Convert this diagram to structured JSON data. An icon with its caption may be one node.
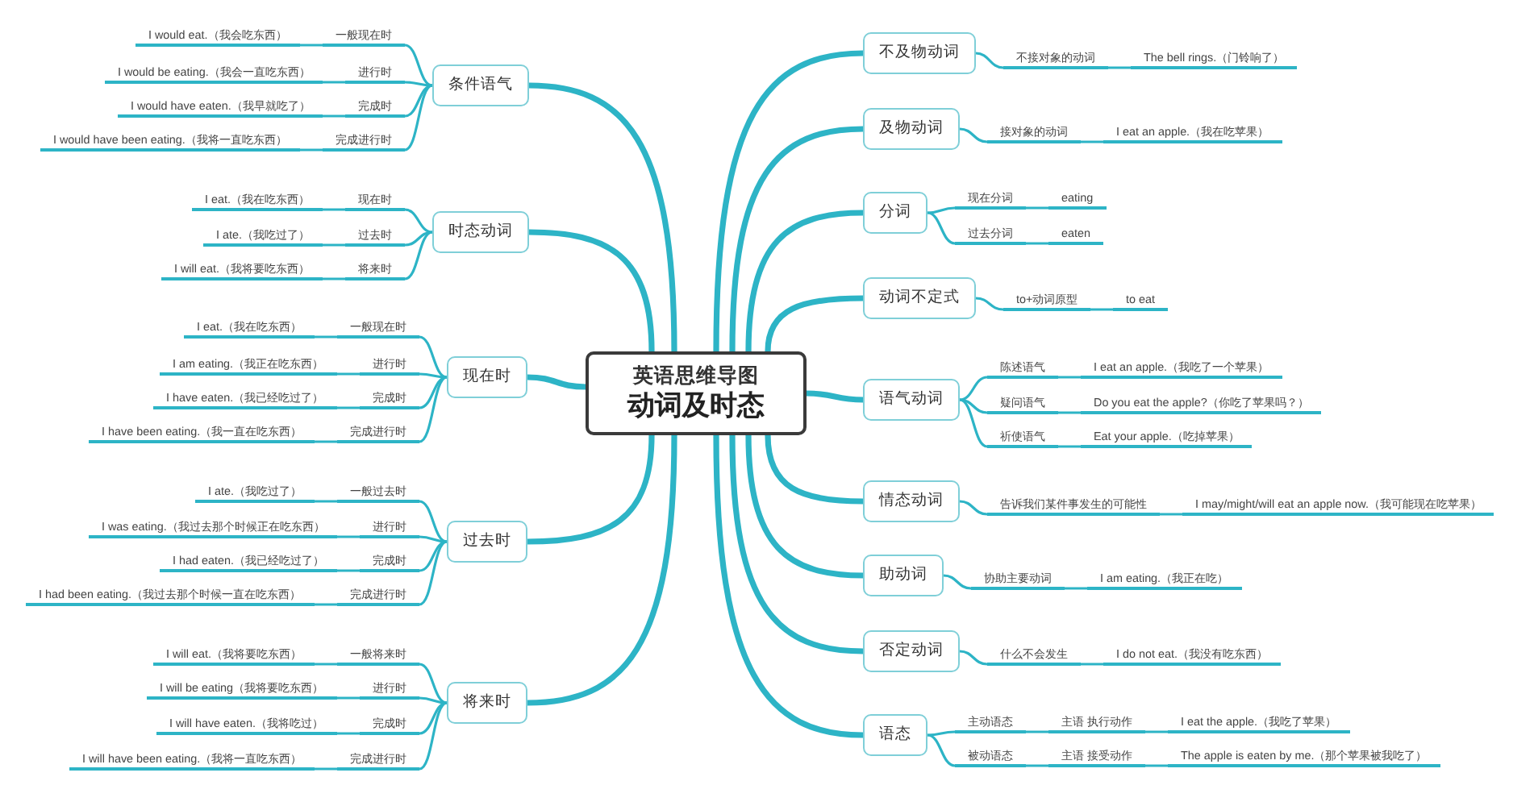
{
  "diagram": {
    "nodes": [
      {
        "text": [
          "英语思维导图",
          "动词及时态"
        ]
      },
      {
        "text": [
          "条件语气"
        ]
      },
      {
        "text": [
          "一般现在时"
        ]
      },
      {
        "text": [
          "I would eat.（我会吃东西）"
        ]
      },
      {
        "text": [
          "进行时"
        ]
      },
      {
        "text": [
          "I would be eating.（我会一直吃东西）"
        ]
      },
      {
        "text": [
          "完成时"
        ]
      },
      {
        "text": [
          "I would have eaten.（我早就吃了）"
        ]
      },
      {
        "text": [
          "完成进行时"
        ]
      },
      {
        "text": [
          "I would have been eating.（我将一直吃东西）"
        ]
      },
      {
        "text": [
          "时态动词"
        ]
      },
      {
        "text": [
          "现在时"
        ]
      },
      {
        "text": [
          "I eat.（我在吃东西）"
        ]
      },
      {
        "text": [
          "过去时"
        ]
      },
      {
        "text": [
          "I ate.（我吃过了）"
        ]
      },
      {
        "text": [
          "将来时"
        ]
      },
      {
        "text": [
          "I will eat.（我将要吃东西）"
        ]
      },
      {
        "text": [
          "现在时"
        ]
      },
      {
        "text": [
          "一般现在时"
        ]
      },
      {
        "text": [
          "I eat.（我在吃东西）"
        ]
      },
      {
        "text": [
          "进行时"
        ]
      },
      {
        "text": [
          "I am eating.（我正在吃东西）"
        ]
      },
      {
        "text": [
          "完成时"
        ]
      },
      {
        "text": [
          "I have eaten.（我已经吃过了）"
        ]
      },
      {
        "text": [
          "完成进行时"
        ]
      },
      {
        "text": [
          "I have been eating.（我一直在吃东西）"
        ]
      },
      {
        "text": [
          "过去时"
        ]
      },
      {
        "text": [
          "一般过去时"
        ]
      },
      {
        "text": [
          "I ate.（我吃过了）"
        ]
      },
      {
        "text": [
          "进行时"
        ]
      },
      {
        "text": [
          "I was eating.（我过去那个时候正在吃东西）"
        ]
      },
      {
        "text": [
          "完成时"
        ]
      },
      {
        "text": [
          "I had eaten.（我已经吃过了）"
        ]
      },
      {
        "text": [
          "完成进行时"
        ]
      },
      {
        "text": [
          "I had been eating.（我过去那个时候一直在吃东西）"
        ]
      },
      {
        "text": [
          "将来时"
        ]
      },
      {
        "text": [
          "一般将来时"
        ]
      },
      {
        "text": [
          "I will eat.（我将要吃东西）"
        ]
      },
      {
        "text": [
          "进行时"
        ]
      },
      {
        "text": [
          "I will be eating（我将要吃东西）"
        ]
      },
      {
        "text": [
          "完成时"
        ]
      },
      {
        "text": [
          "I will have eaten.（我将吃过）"
        ]
      },
      {
        "text": [
          "完成进行时"
        ]
      },
      {
        "text": [
          "I will have been eating.（我将一直吃东西）"
        ]
      },
      {
        "text": [
          "不及物动词"
        ]
      },
      {
        "text": [
          "不接对象的动词"
        ]
      },
      {
        "text": [
          "The bell rings.（门铃响了）"
        ]
      },
      {
        "text": [
          "及物动词"
        ]
      },
      {
        "text": [
          "接对象的动词"
        ]
      },
      {
        "text": [
          "I eat an apple.（我在吃苹果）"
        ]
      },
      {
        "text": [
          "分词"
        ]
      },
      {
        "text": [
          "现在分词"
        ]
      },
      {
        "text": [
          "eating"
        ]
      },
      {
        "text": [
          "过去分词"
        ]
      },
      {
        "text": [
          "eaten"
        ]
      },
      {
        "text": [
          "动词不定式"
        ]
      },
      {
        "text": [
          "to+动词原型"
        ]
      },
      {
        "text": [
          "to eat"
        ]
      },
      {
        "text": [
          "语气动词"
        ]
      },
      {
        "text": [
          "陈述语气"
        ]
      },
      {
        "text": [
          "I eat an apple.（我吃了一个苹果）"
        ]
      },
      {
        "text": [
          "疑问语气"
        ]
      },
      {
        "text": [
          "Do you eat the apple?（你吃了苹果吗？）"
        ]
      },
      {
        "text": [
          "祈使语气"
        ]
      },
      {
        "text": [
          "Eat your apple.（吃掉苹果）"
        ]
      },
      {
        "text": [
          "情态动词"
        ]
      },
      {
        "text": [
          "告诉我们某件事发生的可能性"
        ]
      },
      {
        "text": [
          "I may/might/will eat an apple now.（我可能现在吃苹果）"
        ]
      },
      {
        "text": [
          "助动词"
        ]
      },
      {
        "text": [
          "协助主要动词"
        ]
      },
      {
        "text": [
          "I am eating.（我正在吃）"
        ]
      },
      {
        "text": [
          "否定动词"
        ]
      },
      {
        "text": [
          "什么不会发生"
        ]
      },
      {
        "text": [
          "I do not eat.（我没有吃东西）"
        ]
      },
      {
        "text": [
          "语态"
        ]
      },
      {
        "text": [
          "主动语态"
        ]
      },
      {
        "text": [
          "主语 执行动作"
        ]
      },
      {
        "text": [
          "I eat the apple.（我吃了苹果）"
        ]
      },
      {
        "text": [
          "被动语态"
        ]
      },
      {
        "text": [
          "主语 接受动作"
        ]
      },
      {
        "text": [
          "The apple is eaten by me.（那个苹果被我吃了）"
        ]
      }
    ],
    "edges": [
      {
        "from": 0,
        "to": 1,
        "arrow": "none",
        "style": "thick"
      },
      {
        "from": 0,
        "to": 10,
        "arrow": "none",
        "style": "thick"
      },
      {
        "from": 0,
        "to": 17,
        "arrow": "none",
        "style": "thick"
      },
      {
        "from": 0,
        "to": 26,
        "arrow": "none",
        "style": "thick"
      },
      {
        "from": 0,
        "to": 35,
        "arrow": "none",
        "style": "thick"
      },
      {
        "from": 0,
        "to": 44,
        "arrow": "none",
        "style": "thick"
      },
      {
        "from": 0,
        "to": 47,
        "arrow": "none",
        "style": "thick"
      },
      {
        "from": 0,
        "to": 50,
        "arrow": "none",
        "style": "thick"
      },
      {
        "from": 0,
        "to": 55,
        "arrow": "none",
        "style": "thick"
      },
      {
        "from": 0,
        "to": 58,
        "arrow": "none",
        "style": "thick"
      },
      {
        "from": 0,
        "to": 65,
        "arrow": "none",
        "style": "thick"
      },
      {
        "from": 0,
        "to": 68,
        "arrow": "none",
        "style": "thick"
      },
      {
        "from": 0,
        "to": 71,
        "arrow": "none",
        "style": "thick"
      },
      {
        "from": 0,
        "to": 74,
        "arrow": "none",
        "style": "thick"
      },
      {
        "from": 1,
        "to": 2,
        "arrow": "none"
      },
      {
        "from": 2,
        "to": 3,
        "arrow": "none"
      },
      {
        "from": 1,
        "to": 4,
        "arrow": "none"
      },
      {
        "from": 4,
        "to": 5,
        "arrow": "none"
      },
      {
        "from": 1,
        "to": 6,
        "arrow": "none"
      },
      {
        "from": 6,
        "to": 7,
        "arrow": "none"
      },
      {
        "from": 1,
        "to": 8,
        "arrow": "none"
      },
      {
        "from": 8,
        "to": 9,
        "arrow": "none"
      },
      {
        "from": 10,
        "to": 11,
        "arrow": "none"
      },
      {
        "from": 11,
        "to": 12,
        "arrow": "none"
      },
      {
        "from": 10,
        "to": 13,
        "arrow": "none"
      },
      {
        "from": 13,
        "to": 14,
        "arrow": "none"
      },
      {
        "from": 10,
        "to": 15,
        "arrow": "none"
      },
      {
        "from": 15,
        "to": 16,
        "arrow": "none"
      },
      {
        "from": 17,
        "to": 18,
        "arrow": "none"
      },
      {
        "from": 18,
        "to": 19,
        "arrow": "none"
      },
      {
        "from": 17,
        "to": 20,
        "arrow": "none"
      },
      {
        "from": 20,
        "to": 21,
        "arrow": "none"
      },
      {
        "from": 17,
        "to": 22,
        "arrow": "none"
      },
      {
        "from": 22,
        "to": 23,
        "arrow": "none"
      },
      {
        "from": 17,
        "to": 24,
        "arrow": "none"
      },
      {
        "from": 24,
        "to": 25,
        "arrow": "none"
      },
      {
        "from": 26,
        "to": 27,
        "arrow": "none"
      },
      {
        "from": 27,
        "to": 28,
        "arrow": "none"
      },
      {
        "from": 26,
        "to": 29,
        "arrow": "none"
      },
      {
        "from": 29,
        "to": 30,
        "arrow": "none"
      },
      {
        "from": 26,
        "to": 31,
        "arrow": "none"
      },
      {
        "from": 31,
        "to": 32,
        "arrow": "none"
      },
      {
        "from": 26,
        "to": 33,
        "arrow": "none"
      },
      {
        "from": 33,
        "to": 34,
        "arrow": "none"
      },
      {
        "from": 35,
        "to": 36,
        "arrow": "none"
      },
      {
        "from": 36,
        "to": 37,
        "arrow": "none"
      },
      {
        "from": 35,
        "to": 38,
        "arrow": "none"
      },
      {
        "from": 38,
        "to": 39,
        "arrow": "none"
      },
      {
        "from": 35,
        "to": 40,
        "arrow": "none"
      },
      {
        "from": 40,
        "to": 41,
        "arrow": "none"
      },
      {
        "from": 35,
        "to": 42,
        "arrow": "none"
      },
      {
        "from": 42,
        "to": 43,
        "arrow": "none"
      },
      {
        "from": 44,
        "to": 45,
        "arrow": "none"
      },
      {
        "from": 45,
        "to": 46,
        "arrow": "none"
      },
      {
        "from": 47,
        "to": 48,
        "arrow": "none"
      },
      {
        "from": 48,
        "to": 49,
        "arrow": "none"
      },
      {
        "from": 50,
        "to": 51,
        "arrow": "none"
      },
      {
        "from": 51,
        "to": 52,
        "arrow": "none"
      },
      {
        "from": 50,
        "to": 53,
        "arrow": "none"
      },
      {
        "from": 53,
        "to": 54,
        "arrow": "none"
      },
      {
        "from": 55,
        "to": 56,
        "arrow": "none"
      },
      {
        "from": 56,
        "to": 57,
        "arrow": "none"
      },
      {
        "from": 58,
        "to": 59,
        "arrow": "none"
      },
      {
        "from": 59,
        "to": 60,
        "arrow": "none"
      },
      {
        "from": 58,
        "to": 61,
        "arrow": "none"
      },
      {
        "from": 61,
        "to": 62,
        "arrow": "none"
      },
      {
        "from": 58,
        "to": 63,
        "arrow": "none"
      },
      {
        "from": 63,
        "to": 64,
        "arrow": "none"
      },
      {
        "from": 65,
        "to": 66,
        "arrow": "none"
      },
      {
        "from": 66,
        "to": 67,
        "arrow": "none"
      },
      {
        "from": 68,
        "to": 69,
        "arrow": "none"
      },
      {
        "from": 69,
        "to": 70,
        "arrow": "none"
      },
      {
        "from": 71,
        "to": 72,
        "arrow": "none"
      },
      {
        "from": 72,
        "to": 73,
        "arrow": "none"
      },
      {
        "from": 74,
        "to": 75,
        "arrow": "none"
      },
      {
        "from": 75,
        "to": 76,
        "arrow": "none"
      },
      {
        "from": 76,
        "to": 77,
        "arrow": "none"
      },
      {
        "from": 74,
        "to": 78,
        "arrow": "none"
      },
      {
        "from": 78,
        "to": 79,
        "arrow": "none"
      },
      {
        "from": 79,
        "to": 80,
        "arrow": "none"
      }
    ]
  }
}
